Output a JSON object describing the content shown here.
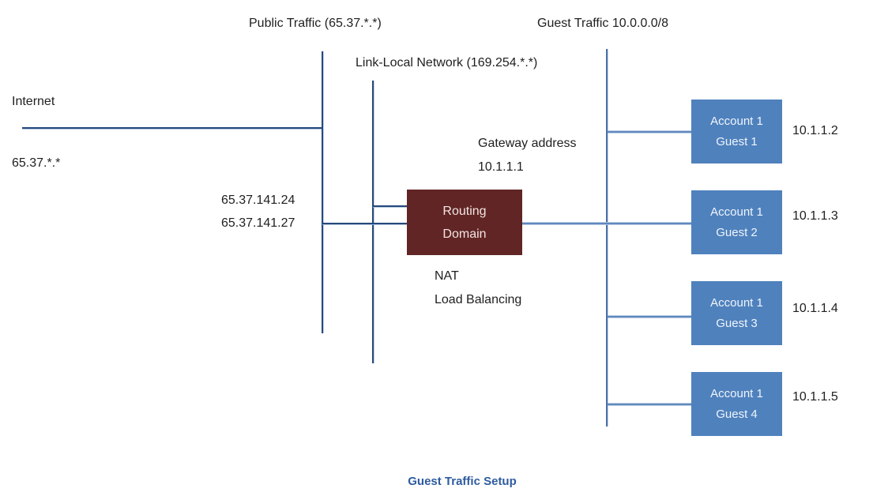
{
  "diagram": {
    "labels": {
      "public_traffic": "Public Traffic (65.37.*.*)",
      "guest_traffic": "Guest Traffic 10.0.0.0/8",
      "link_local": "Link-Local Network (169.254.*.*)",
      "internet": "Internet",
      "internet_ip": "65.37.*.*",
      "nat_ip_1": "65.37.141.24",
      "nat_ip_2": "65.37.141.27",
      "gateway_line1": "Gateway address",
      "gateway_line2": "10.1.1.1",
      "nat": "NAT",
      "load_balancing": "Load Balancing"
    },
    "routing_box": {
      "line1": "Routing",
      "line2": "Domain"
    },
    "guests": [
      {
        "line1": "Account 1",
        "line2": "Guest 1",
        "ip": "10.1.1.2"
      },
      {
        "line1": "Account 1",
        "line2": "Guest 2",
        "ip": "10.1.1.3"
      },
      {
        "line1": "Account 1",
        "line2": "Guest 3",
        "ip": "10.1.1.4"
      },
      {
        "line1": "Account 1",
        "line2": "Guest 4",
        "ip": "10.1.1.5"
      }
    ],
    "caption": "Guest Traffic Setup",
    "colors": {
      "navy_line": "#26497B",
      "guest_trunk": "#4B70A6",
      "connector": "#6089BD",
      "routing_box_fill": "#602524",
      "routing_box_text": "#F2E4E4",
      "guest_box_fill": "#4F81BD",
      "guest_box_text": "#EFF5FB",
      "caption": "#2E5B9F",
      "label_text": "#1F1F1F"
    }
  }
}
